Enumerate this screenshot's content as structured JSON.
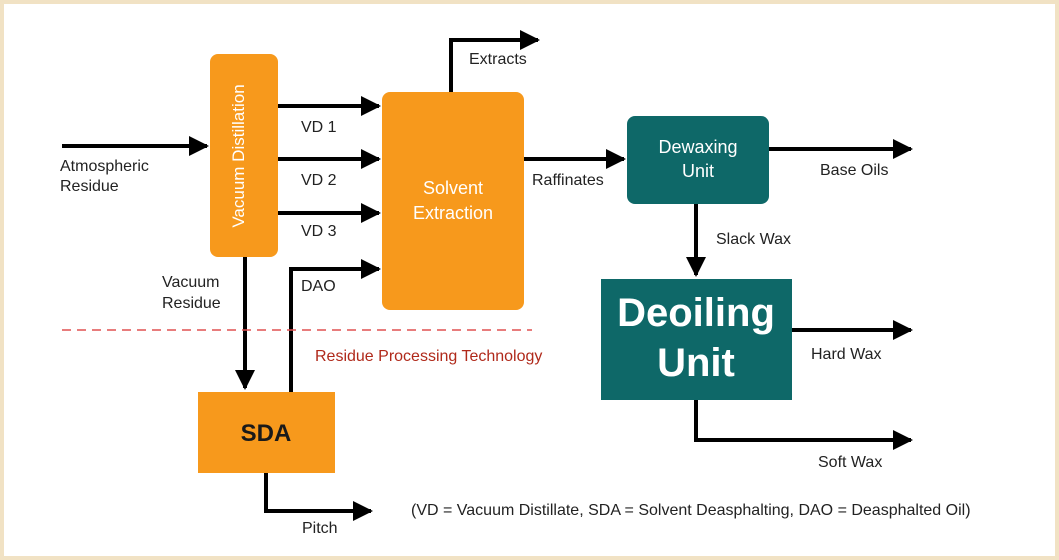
{
  "colors": {
    "orange": "#f7991c",
    "teal": "#0e6868",
    "dashed_line": "#e05050",
    "residue_text": "#b0291a"
  },
  "boxes": {
    "vacuum_distillation": "Vacuum Distillation",
    "solvent_extraction_line1": "Solvent",
    "solvent_extraction_line2": "Extraction",
    "dewaxing_line1": "Dewaxing",
    "dewaxing_line2": "Unit",
    "deoiling_line1": "Deoiling",
    "deoiling_line2": "Unit",
    "sda": "SDA"
  },
  "labels": {
    "atmospheric_residue_line1": "Atmospheric",
    "atmospheric_residue_line2": "Residue",
    "vd1": "VD 1",
    "vd2": "VD 2",
    "vd3": "VD 3",
    "dao": "DAO",
    "vacuum_residue_line1": "Vacuum",
    "vacuum_residue_line2": "Residue",
    "extracts": "Extracts",
    "raffinates": "Raffinates",
    "base_oils": "Base Oils",
    "slack_wax": "Slack Wax",
    "hard_wax": "Hard Wax",
    "soft_wax": "Soft Wax",
    "pitch": "Pitch",
    "residue_processing": "Residue Processing Technology",
    "footnote": "(VD = Vacuum Distillate, SDA = Solvent Deasphalting, DAO = Deasphalted Oil)"
  }
}
